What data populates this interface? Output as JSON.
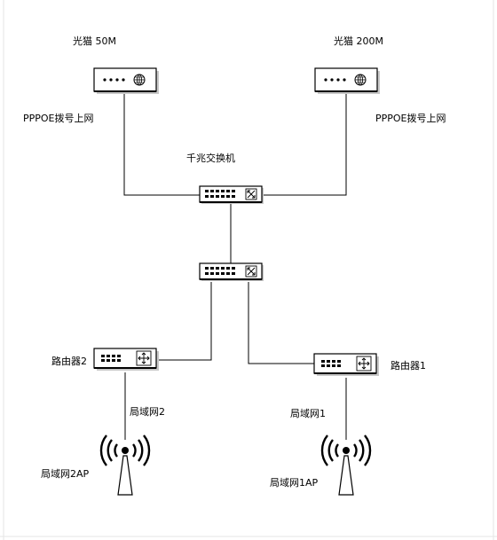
{
  "devices": {
    "modem_left": {
      "label": "光猫 50M"
    },
    "modem_right": {
      "label": "光猫 200M"
    },
    "switch_gigabit": {
      "label": "千兆交换机"
    },
    "switch_second": {
      "label": ""
    },
    "router_2": {
      "label": "路由器2"
    },
    "router_1": {
      "label": "路由器1"
    },
    "ap_left": {
      "label": "局域网2AP"
    },
    "ap_right": {
      "label": "局域网1AP"
    }
  },
  "links": {
    "modem_left_uplink": {
      "label": "PPPOE拨号上网"
    },
    "modem_right_uplink": {
      "label": "PPPOE拨号上网"
    },
    "router2_lan": {
      "label": "局域网2"
    },
    "router1_lan": {
      "label": "局域网1"
    }
  },
  "colors": {
    "stroke": "#000000",
    "device_fill": "#ffffff",
    "frame": "#e6e6e6"
  }
}
